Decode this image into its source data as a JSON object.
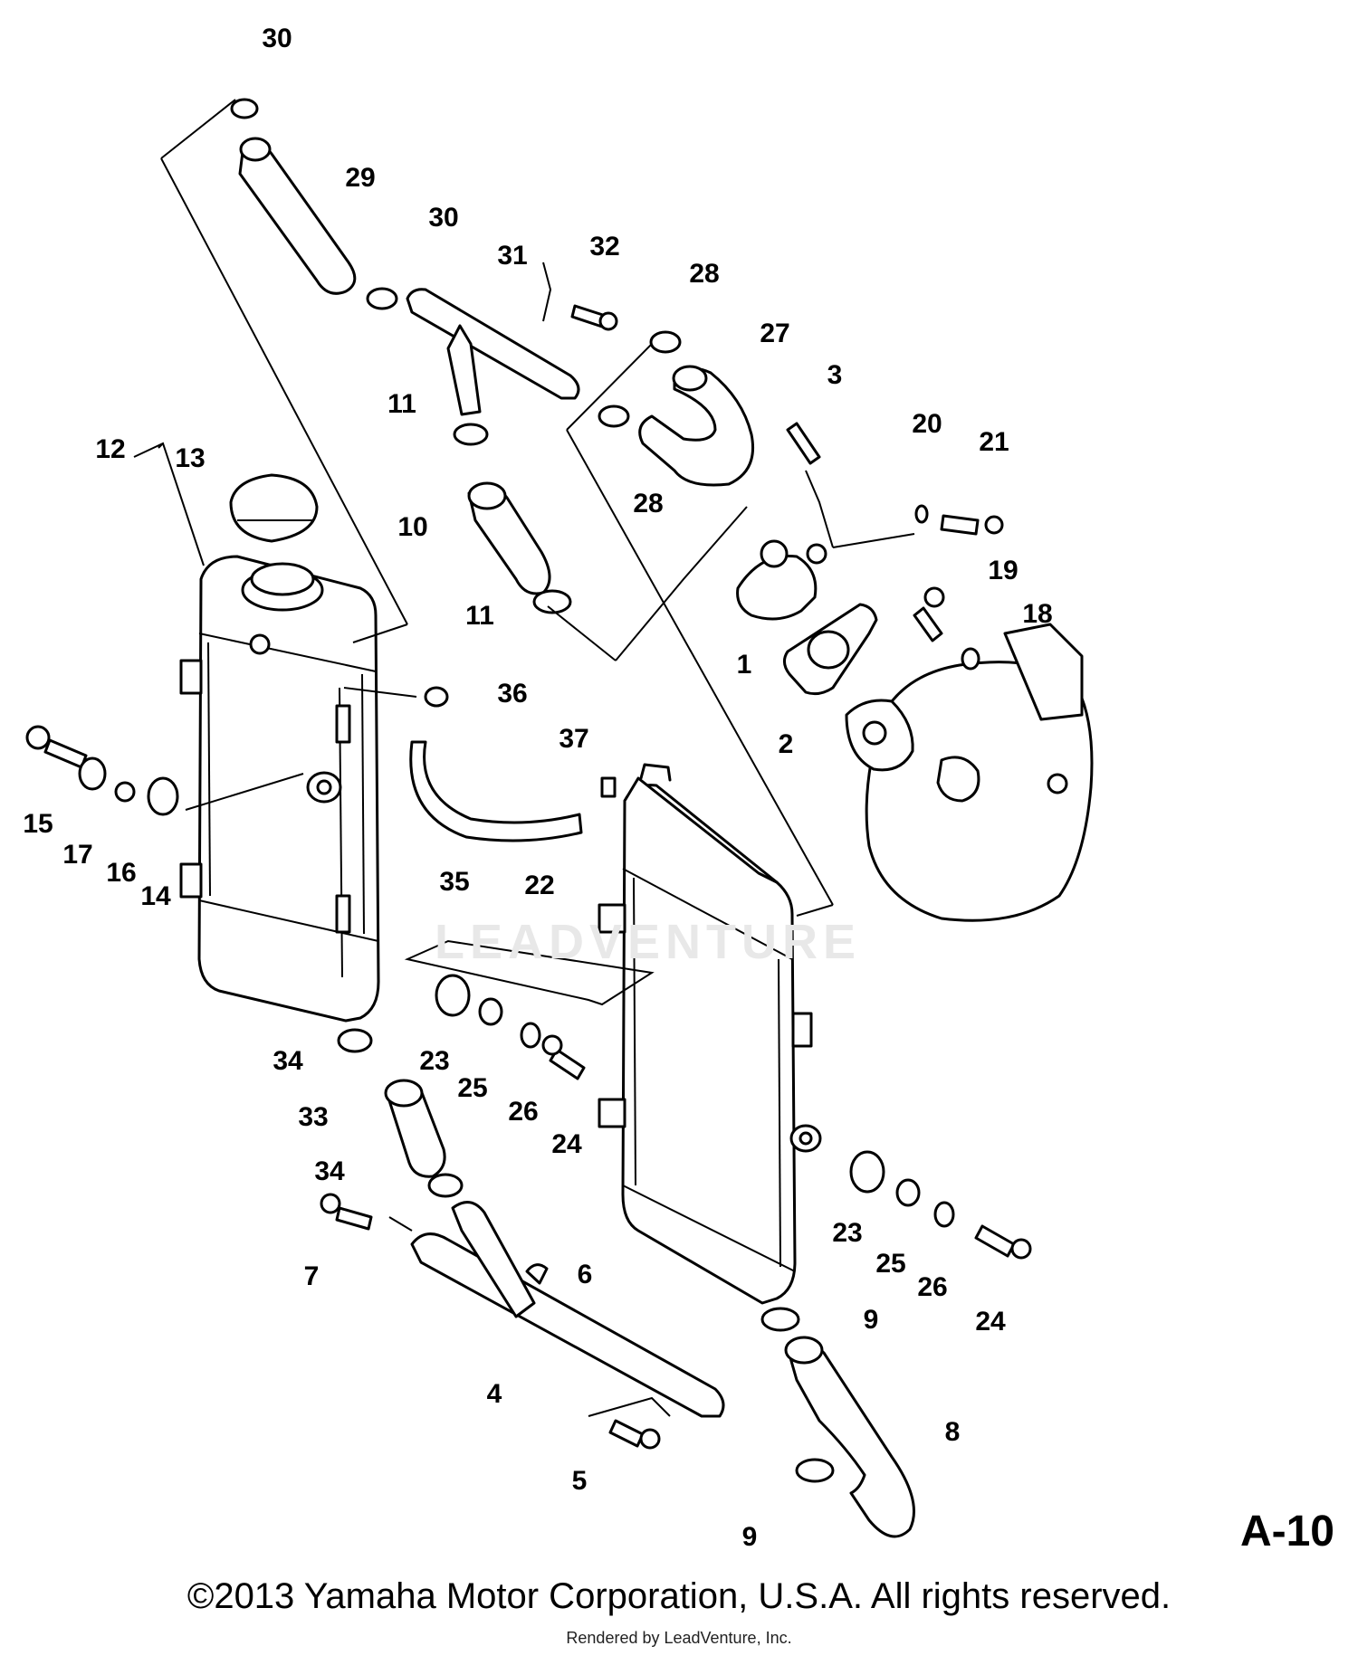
{
  "diagram": {
    "page_code": "A-10",
    "copyright": "©2013 Yamaha Motor Corporation, U.S.A. All rights reserved.",
    "rendered_by": "Rendered by LeadVenture, Inc.",
    "watermark": "LEADVENTURE",
    "callouts": [
      "30",
      "29",
      "30",
      "31",
      "32",
      "28",
      "27",
      "28",
      "3",
      "20",
      "21",
      "11",
      "10",
      "11",
      "12",
      "13",
      "19",
      "18",
      "1",
      "2",
      "36",
      "37",
      "35",
      "22",
      "15",
      "17",
      "16",
      "14",
      "34",
      "23",
      "25",
      "26",
      "24",
      "33",
      "34",
      "7",
      "6",
      "23",
      "25",
      "26",
      "24",
      "9",
      "8",
      "4",
      "5",
      "9"
    ]
  }
}
